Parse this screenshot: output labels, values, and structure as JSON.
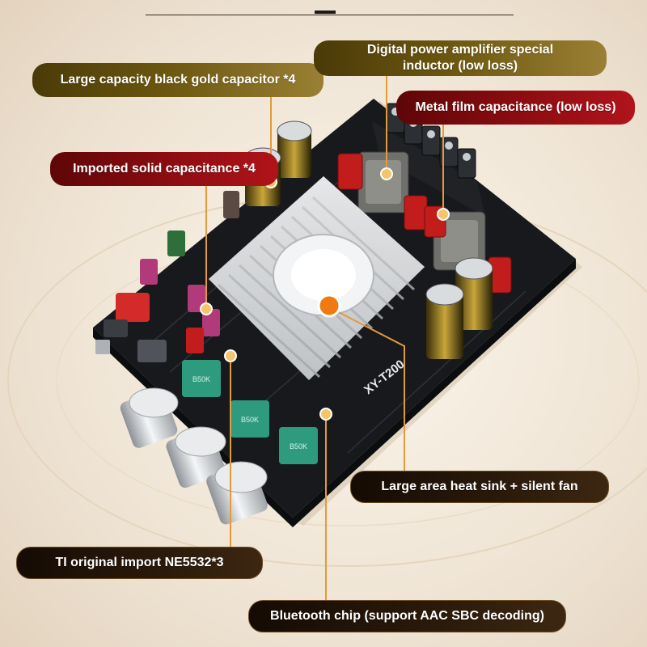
{
  "labels": {
    "capacitor_gold": "Large capacity black gold capacitor *4",
    "inductor_line1": "Digital power amplifier special",
    "inductor_line2": "inductor (low loss)",
    "metal_film": "Metal film capacitance (low loss)",
    "solid_cap": "Imported solid capacitance *4",
    "heat_sink": "Large area heat sink + silent fan",
    "ne5532": "TI original import NE5532*3",
    "bluetooth": "Bluetooth chip (support AAC SBC decoding)"
  },
  "board_silkscreen": "XY-T200",
  "knob_values": [
    "B50K",
    "B50K",
    "B50K"
  ],
  "colors": {
    "callout_line": "#e39a3a",
    "marker": "#f07a10",
    "board": "#17191c",
    "background": "#efe4d4"
  }
}
